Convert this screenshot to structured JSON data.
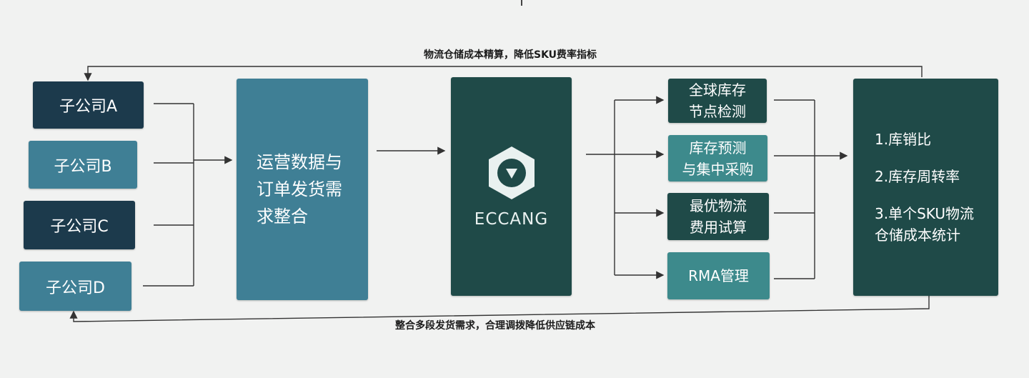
{
  "feedback_top": "物流仓储成本精算，降低SKU费率指标",
  "feedback_bottom": "整合多段发货需求，合理调拨降低供应链成本",
  "subsidiaries": [
    "子公司A",
    "子公司B",
    "子公司C",
    "子公司D"
  ],
  "integration": "运营数据与订单发货需求整合",
  "logo_text": "ECCANG",
  "functions": [
    [
      "全球库存",
      "节点检测"
    ],
    [
      "库存预测",
      "与集中采购"
    ],
    [
      "最优物流",
      "费用试算"
    ],
    [
      "RMA管理"
    ]
  ],
  "results": [
    "1.库销比",
    "2.库存周转率",
    "3.单个SKU物流",
    "仓储成本统计"
  ],
  "colors": {
    "dark_box": "#1c3a4c",
    "light_box": "#3f7f95",
    "teal_dark": "#1f4a48",
    "teal_light": "#3d8a8c",
    "line": "#333333"
  }
}
